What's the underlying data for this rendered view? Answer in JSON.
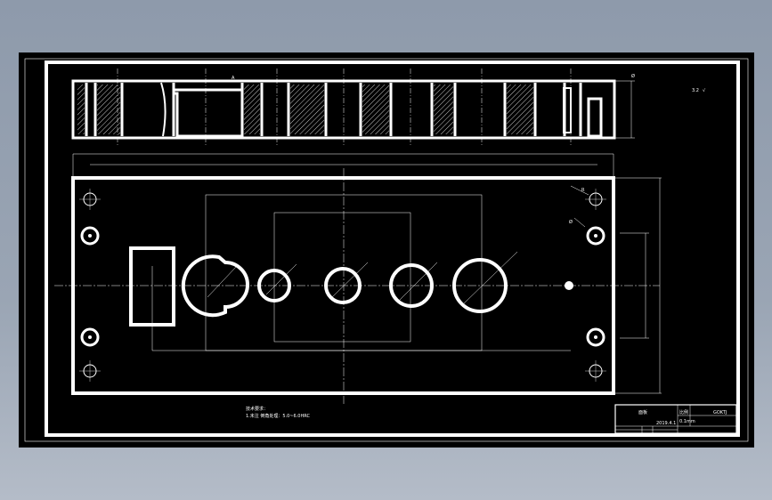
{
  "drawing": {
    "background_color": "#000000",
    "line_color": "#ffffff",
    "outer_bg_color": "#9aa5b4"
  },
  "title_block": {
    "part_name": "面板",
    "scale_label": "比例",
    "code": "GOKTJ",
    "sub": "2019.4.1",
    "cell": "0.1mm"
  },
  "notes": {
    "heading": "技术要求：",
    "line1": "1.未注 倒角处理：5.0~6.0HRC"
  },
  "roughness": {
    "label": "3.2",
    "symbol": "√"
  },
  "dims": {
    "dim_top": "Ø",
    "dim_r": "R",
    "section_a": "A",
    "section_b": "Ø"
  }
}
